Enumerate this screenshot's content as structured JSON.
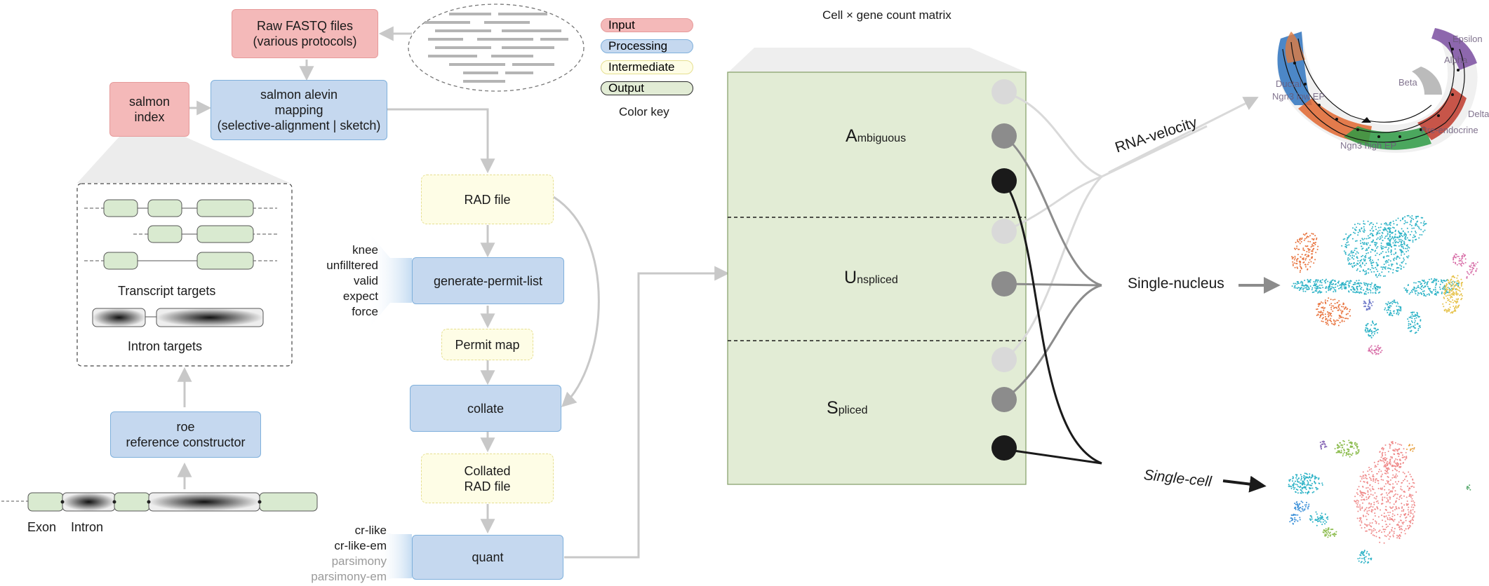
{
  "boxes": {
    "fastq": [
      "Raw FASTQ files",
      "(various protocols)"
    ],
    "index": [
      "salmon",
      "index"
    ],
    "mapping": [
      "salmon alevin",
      "mapping",
      "(selective-alignment | sketch)"
    ],
    "rad": [
      "RAD file"
    ],
    "gpl": [
      "generate-permit-list"
    ],
    "permit": [
      "Permit map"
    ],
    "collate": [
      "collate"
    ],
    "collated": [
      "Collated",
      "RAD file"
    ],
    "quant": [
      "quant"
    ],
    "roe": [
      "roe",
      "reference constructor"
    ]
  },
  "permit_options": [
    {
      "text": "knee",
      "muted": false
    },
    {
      "text": "unfilltered",
      "muted": false
    },
    {
      "text": "valid",
      "muted": false
    },
    {
      "text": "expect",
      "muted": false
    },
    {
      "text": "force",
      "muted": false
    }
  ],
  "quant_options": [
    {
      "text": "cr-like",
      "muted": false
    },
    {
      "text": "cr-like-em",
      "muted": false
    },
    {
      "text": "parsimony",
      "muted": true
    },
    {
      "text": "parsimony-em",
      "muted": true
    }
  ],
  "transcript_targets": "Transcript targets",
  "intron_targets": "Intron targets",
  "exon_label": "Exon",
  "intron_label": "Intron",
  "color_key": {
    "title": "Color key",
    "items": [
      {
        "label": "Input",
        "fill": "#f4b9b9",
        "stroke": "#e69a9a"
      },
      {
        "label": "Processing",
        "fill": "#c5d8ef",
        "stroke": "#7fb0dc"
      },
      {
        "label": "Intermediate",
        "fill": "#fefde6",
        "stroke": "#e6df90"
      },
      {
        "label": "Output",
        "fill": "#e2ecd5",
        "stroke": "#2b2b2b"
      }
    ]
  },
  "matrix": {
    "title": "Cell × gene count matrix",
    "categories": [
      {
        "initial": "A",
        "rest": "mbiguous"
      },
      {
        "initial": "U",
        "rest": "nspliced"
      },
      {
        "initial": "S",
        "rest": "pliced"
      }
    ]
  },
  "outputs": {
    "velocity": "RNA-velocity",
    "nucleus": "Single-nucleus",
    "cell": "Single-cell"
  },
  "velocity_cluster_labels": [
    "Ductal",
    "Ngn3 low EP",
    "Beta",
    "Alpha",
    "Delta",
    "Ngn3 high EP",
    "Pre-endocrine",
    "Epsilon"
  ],
  "colors": {
    "arrow_gray": "#c8c8c8",
    "dot_light": "#d9d9d9",
    "dot_mid": "#8c8c8c",
    "dot_dark": "#1a1a1a"
  }
}
